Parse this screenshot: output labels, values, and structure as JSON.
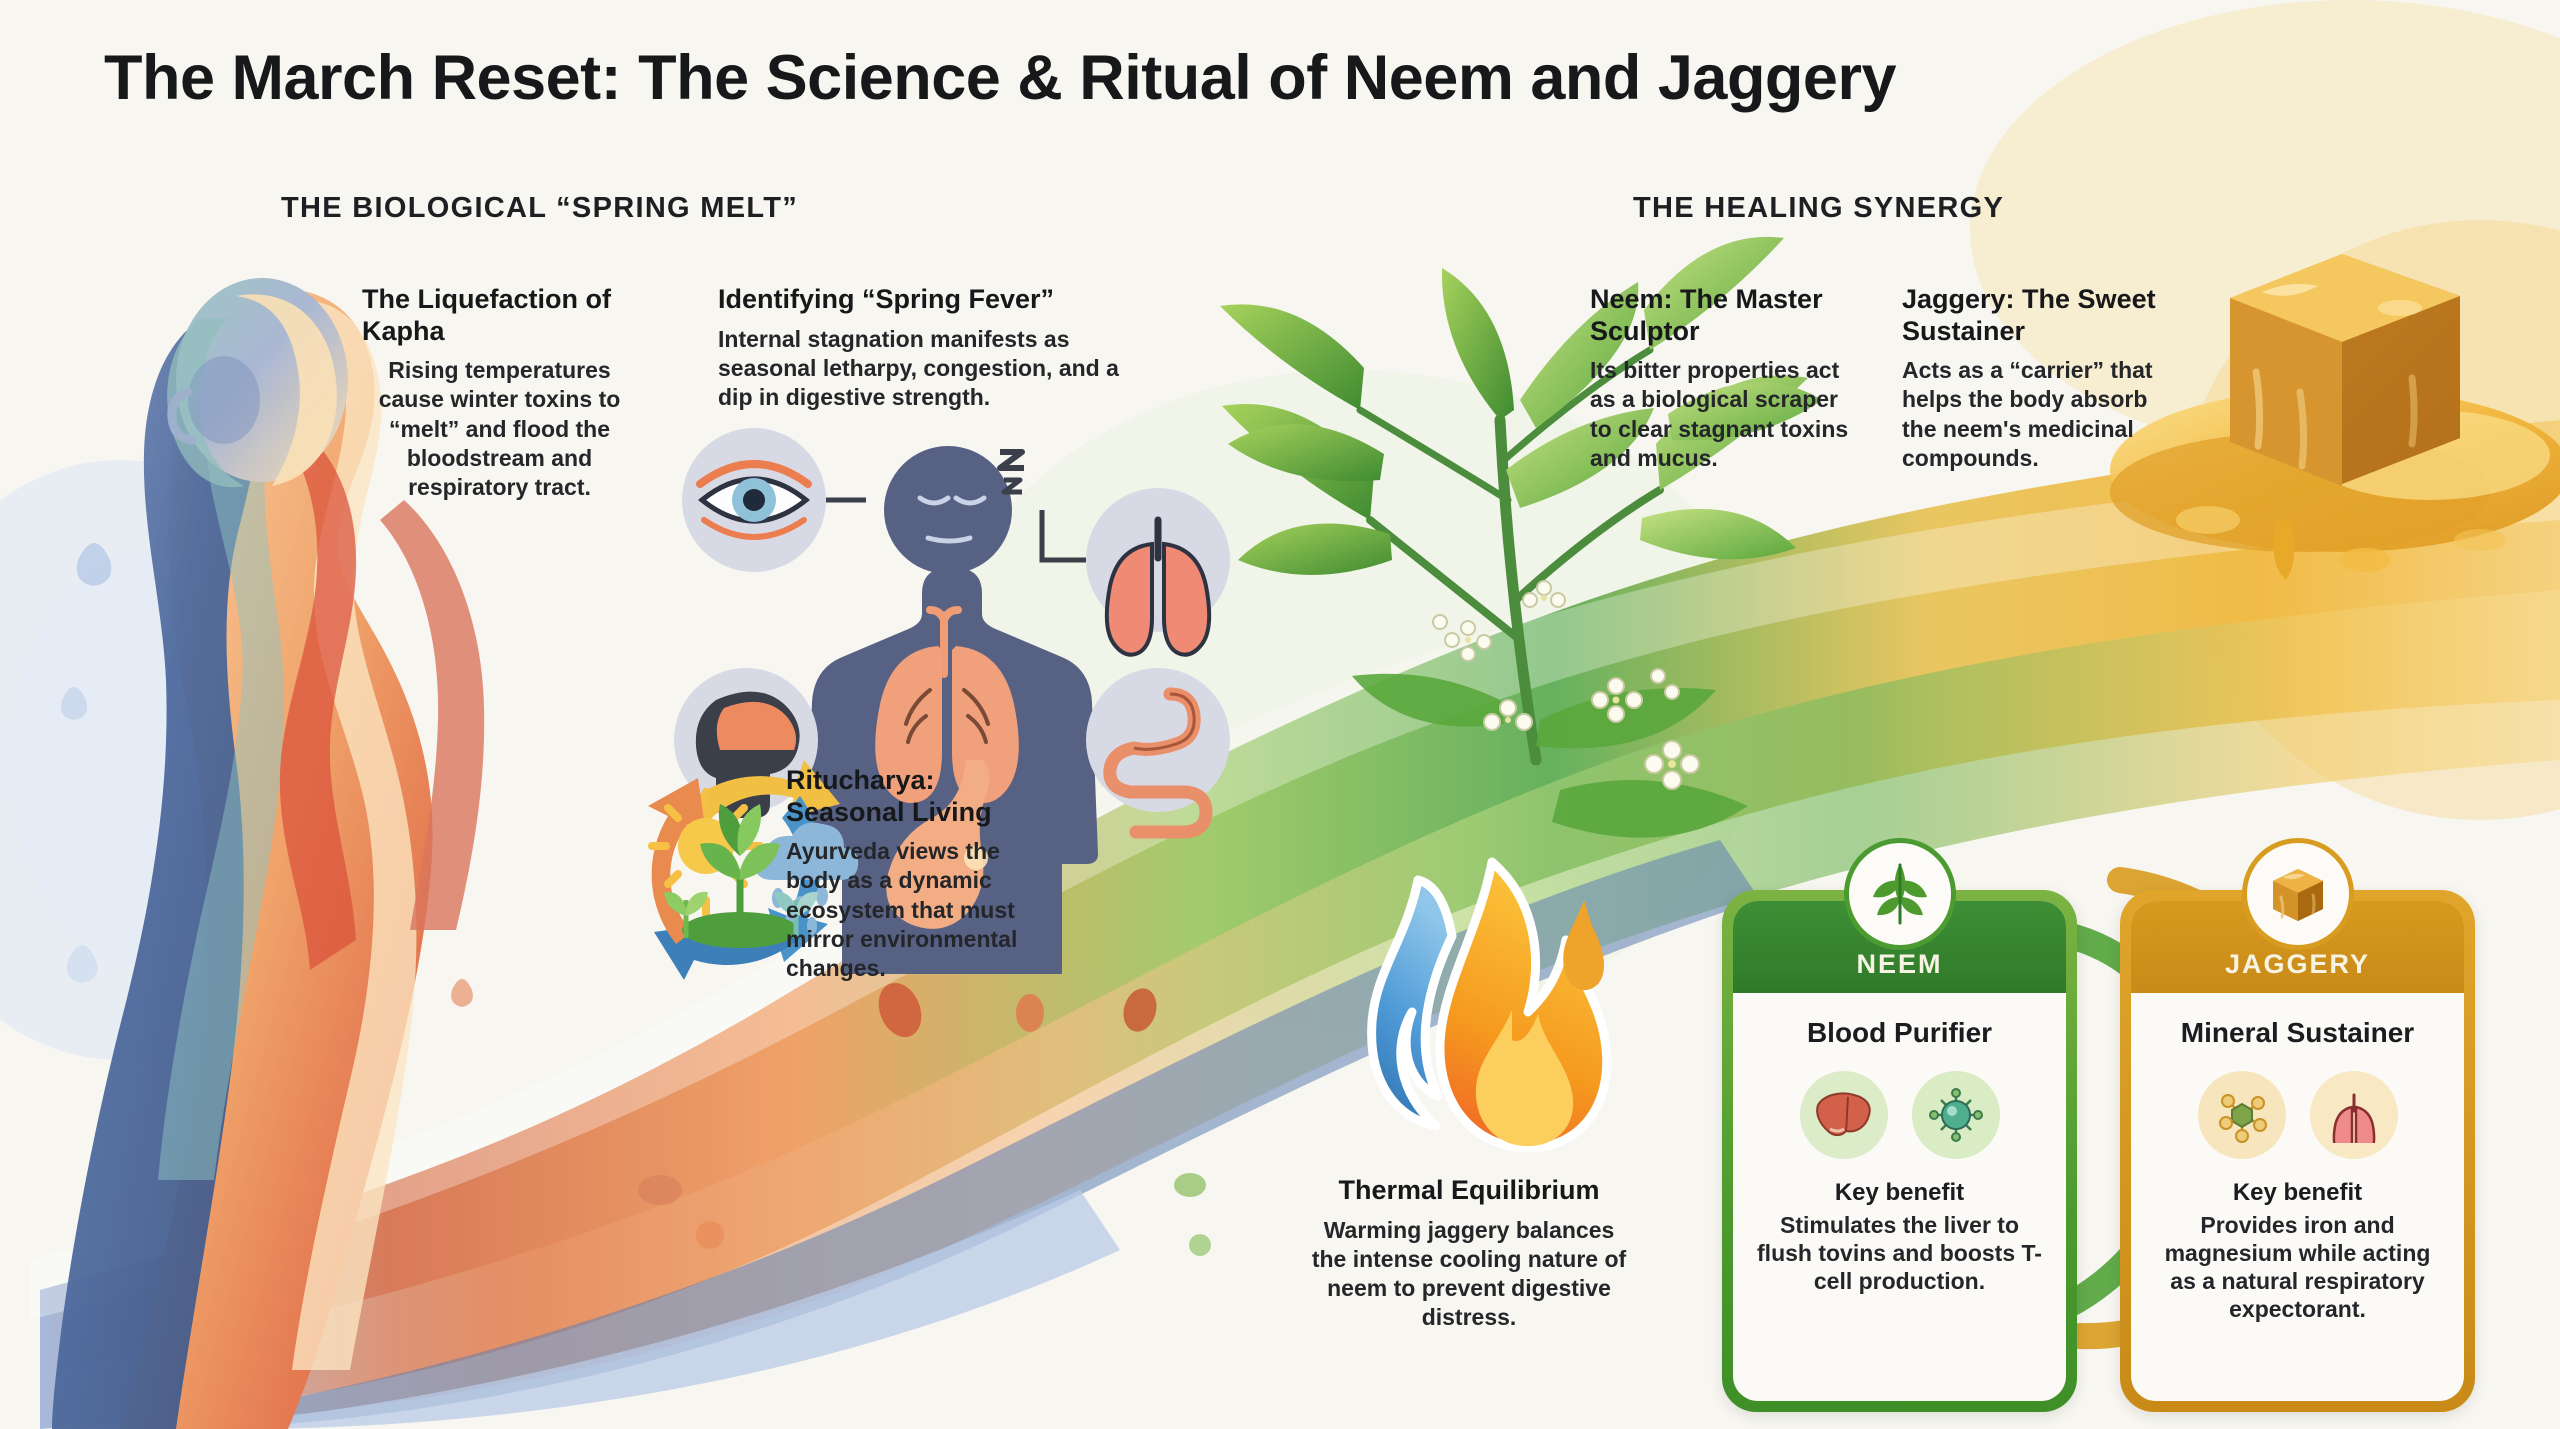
{
  "page": {
    "title": "The March Reset: The Science & Ritual of Neem and Jaggery",
    "background_color": "#f7f6f1",
    "text_color": "#17181a"
  },
  "sections": {
    "left_heading": "THE BIOLOGICAL “SPRING MELT”",
    "right_heading": "THE HEALING SYNERGY"
  },
  "blocks": [
    {
      "id": "liquefaction-of-kapha",
      "heading": "The Liquefaction of Kapha",
      "body": "Rising temperatures cause winter toxins to “melt” and flood the bloodstream and respiratory tract.",
      "icon": "gradient-human-figure-illustration"
    },
    {
      "id": "identifying-spring-fever",
      "heading": "Identifying “Spring Fever”",
      "body": "Internal stagnation manifests as seasonal letharpy, congestion, and a dip in digestive strength.",
      "icon": "human-body-symptom-diagram"
    },
    {
      "id": "ritucharya-seasonal-living",
      "heading": "Ritucharya: Seasonal Living",
      "body": "Ayurveda views the body as a dynamic ecosystem that must mirror environmental changes.",
      "icon": "seasonal-cycle-icon"
    },
    {
      "id": "thermal-equilibrium",
      "heading": "Thermal Equilibrium",
      "body": "Warming jaggery balances the intense cooling nature of neem to prevent digestive distress.",
      "icon": "hot-cold-flame-icon"
    },
    {
      "id": "neem-master-sculptor",
      "heading": "Neem: The Master Sculptor",
      "body": "Its bitter properties act as a biological scraper to clear stagnant toxins and mucus.",
      "icon": "neem-branch-illustration"
    },
    {
      "id": "jaggery-sweet-sustainer",
      "heading": "Jaggery: The Sweet Sustainer",
      "body": "Acts as a “carrier” that helps the body absorb the neem's medicinal compounds.",
      "icon": "jaggery-block-illustration"
    }
  ],
  "comparison_cards": [
    {
      "id": "neem-card",
      "band_label": "NEEM",
      "badge_icon": "neem-leaf-icon",
      "role": "Blood Purifier",
      "icons": [
        "liver-icon",
        "immune-cell-icon"
      ],
      "key_benefit_label": "Key benefit",
      "key_benefit_text": "Stimulates the liver to flush tovins and boosts T-cell production.",
      "accent_color": "#4b9b31",
      "band_color": "#2f7a2a"
    },
    {
      "id": "jaggery-card",
      "band_label": "JAGGERY",
      "badge_icon": "jaggery-cube-icon",
      "role": "Mineral Sustainer",
      "icons": [
        "mineral-molecule-icon",
        "lungs-icon"
      ],
      "key_benefit_label": "Key benefit",
      "key_benefit_text": "Provides iron and magnesium while acting as a natural respiratory expectorant.",
      "accent_color": "#d89c20",
      "band_color": "#c98a18"
    }
  ],
  "symptom_diagram": {
    "center_icon": "human-torso-organs",
    "nodes": [
      "eye-icon",
      "lungs-icon",
      "brain-head-icon",
      "digestive-tract-icon"
    ]
  },
  "palette": {
    "cool_blue": "#4e6a9e",
    "warm_orange": "#e8743c",
    "deep_red": "#d3503a",
    "neem_green": "#4d9b2f",
    "leaf_light": "#8cc63f",
    "jaggery_gold": "#e3a62a",
    "honey_amber": "#f0b73b",
    "paper": "#f7f6f1"
  }
}
